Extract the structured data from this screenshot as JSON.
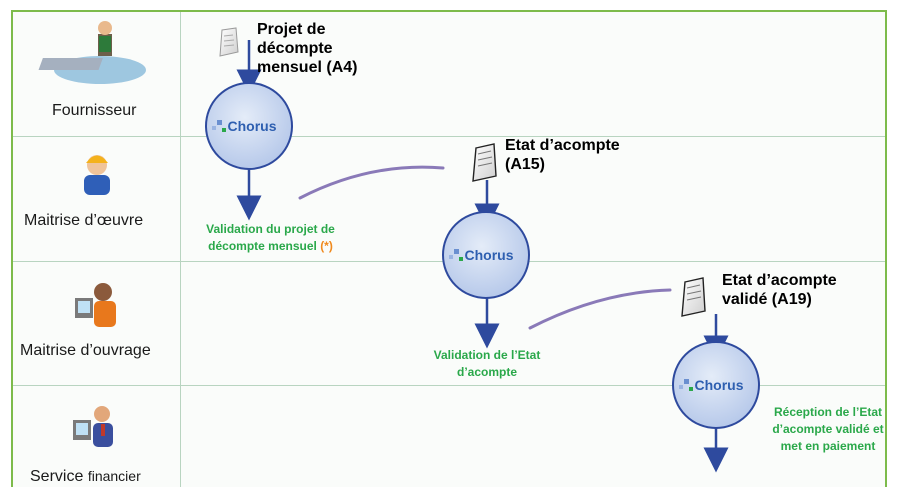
{
  "actors": [
    {
      "label": "Fournisseur",
      "icon": "supplier-at-desk-icon"
    },
    {
      "label": "Maitrise d’œuvre",
      "icon": "hardhat-worker-icon"
    },
    {
      "label": "Maitrise d’ouvrage",
      "icon": "person-at-computer-icon"
    },
    {
      "label": "Service",
      "label_suffix": "financier",
      "icon": "finance-clerk-icon"
    }
  ],
  "documents": [
    {
      "label": "Projet de décompte mensuel (A4)",
      "icon": "document-icon"
    },
    {
      "label": "Etat d’acompte (A15)",
      "icon": "document-icon"
    },
    {
      "label": "Etat d’acompte validé (A19)",
      "icon": "document-icon"
    }
  ],
  "nodes": [
    {
      "label": "Chorus"
    },
    {
      "label": "Chorus"
    },
    {
      "label": "Chorus"
    }
  ],
  "steps": [
    {
      "label": "Validation du projet de décompte mensuel",
      "note": "(*)"
    },
    {
      "label": "Validation de l’Etat d’acompte"
    },
    {
      "label": "Réception de l’Etat d’acompte validé et met en paiement"
    }
  ],
  "colors": {
    "frame": "#7dbb4b",
    "step_text": "#2aa84a",
    "note": "#f08a1e",
    "arrow": "#2e4a9e",
    "node_fill": "#c9d8f0",
    "connector": "#8a7ab8"
  }
}
